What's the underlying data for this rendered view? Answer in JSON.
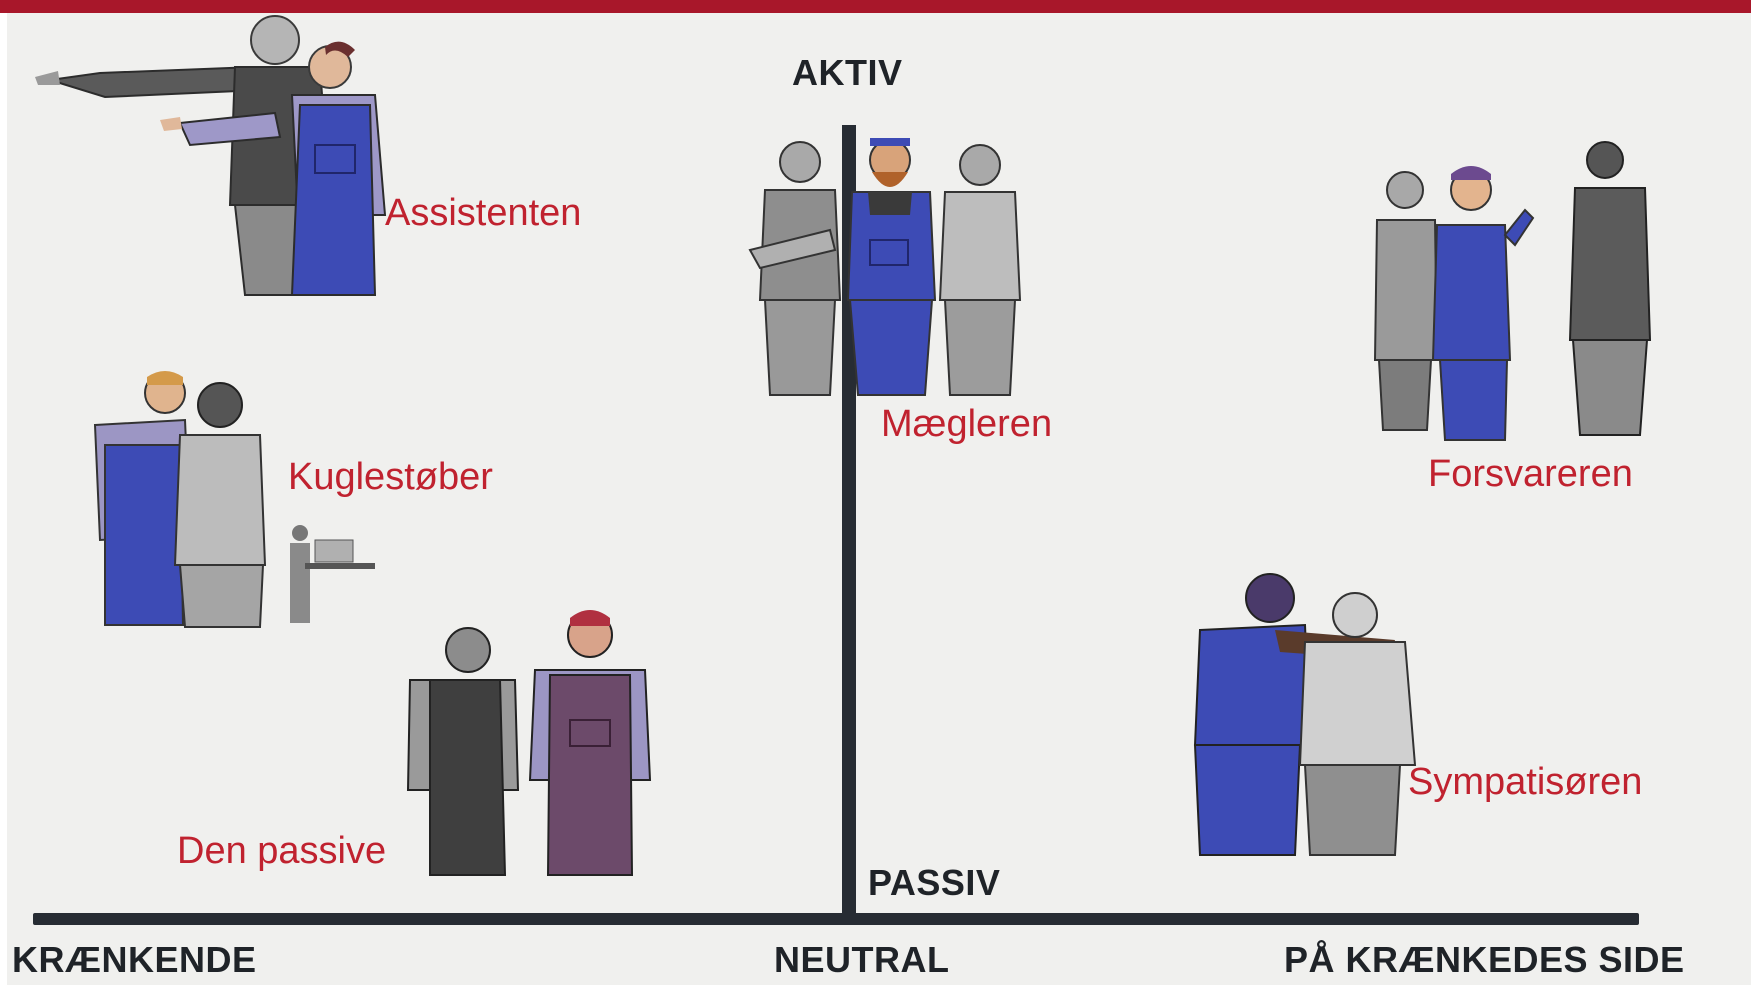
{
  "axes": {
    "top": "AKTIV",
    "center": "PASSIV",
    "left": "KRÆNKENDE",
    "middle": "NEUTRAL",
    "right": "PÅ KRÆNKEDES SIDE"
  },
  "roles": {
    "assistenten": "Assistenten",
    "maegleren": "Mægleren",
    "forsvareren": "Forsvareren",
    "kuglestober": "Kuglestøber",
    "sympatisoren": "Sympatisøren",
    "den_passive": "Den passive"
  },
  "colors": {
    "brand_bar": "#a8172a",
    "background": "#f0f0ee",
    "axis": "#272c33",
    "role_label": "#c0222f",
    "overalls_blue": "#3d4bb5",
    "shirt_grey": "#8c8c8c"
  }
}
